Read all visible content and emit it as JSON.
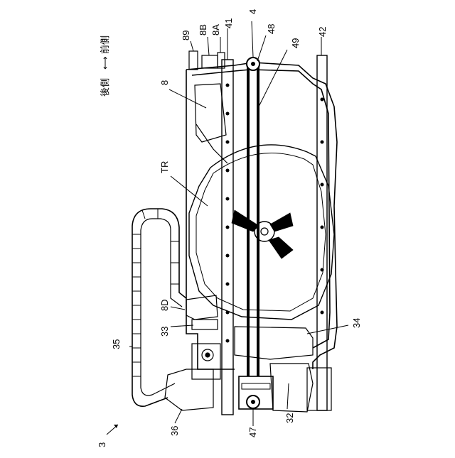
{
  "figure": {
    "direction": {
      "rear": "後側",
      "front": "前側",
      "arrow": "⟷"
    },
    "labels": {
      "l89": "89",
      "l8B": "8B",
      "l8A": "8A",
      "l41": "41",
      "l4": "4",
      "l48": "48",
      "l49": "49",
      "l42": "42",
      "l8": "8",
      "lTR": "TR",
      "l8D": "8D",
      "l33": "33",
      "l34": "34",
      "l35": "35",
      "l36": "36",
      "l47": "47",
      "l32": "32",
      "l3": "3"
    },
    "colors": {
      "line": "#000000",
      "background": "#ffffff"
    }
  }
}
